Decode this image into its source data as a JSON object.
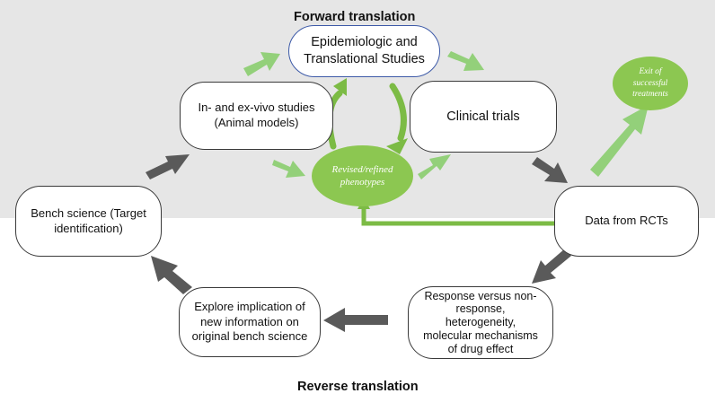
{
  "colors": {
    "upper_band": "#e6e6e6",
    "lower_band": "#ffffff",
    "dark_arrow": "#5a5a5a",
    "light_green_arrow": "#93d07a",
    "green_arrow": "#7cbb45",
    "ellipse_fill": "#8cc751",
    "epi_border": "#3d5aa8"
  },
  "titles": {
    "forward": "Forward translation",
    "reverse": "Reverse translation"
  },
  "nodes": {
    "epidemiologic": {
      "line1": "Epidemiologic and",
      "line2": "Translational Studies"
    },
    "invivo": {
      "line1": "In- and ex-vivo studies",
      "line2": "(Animal models)"
    },
    "clinical": {
      "label": "Clinical trials"
    },
    "revised": {
      "line1": "Revised/refined",
      "line2": "phenotypes"
    },
    "exit": {
      "line1": "Exit of",
      "line2": "successful",
      "line3": "treatments"
    },
    "bench": {
      "line1": "Bench science (Target",
      "line2": "identification)"
    },
    "rcts": {
      "label": "Data from RCTs"
    },
    "explore": {
      "line1": "Explore implication of",
      "line2": "new information on",
      "line3": "original bench science"
    },
    "response": {
      "line1": "Response versus non-",
      "line2": "response,",
      "line3": "heterogeneity,",
      "line4": "molecular mechanisms",
      "line5": "of drug effect"
    }
  }
}
